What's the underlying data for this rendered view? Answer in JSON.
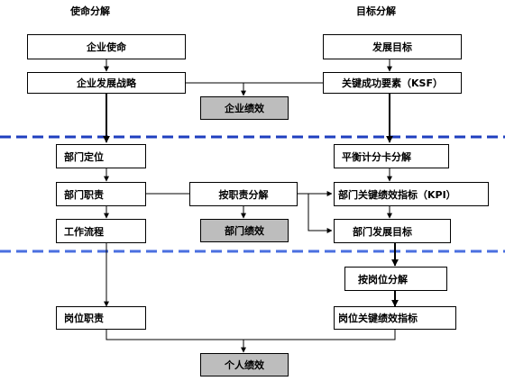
{
  "headers": {
    "left": "使命分解",
    "right": "目标分解"
  },
  "boxes": {
    "mission": "企业使命",
    "strategy": "企业发展战略",
    "corp_perf": "企业绩效",
    "dev_goal": "发展目标",
    "ksf": "关键成功要素（KSF）",
    "dept_position": "部门定位",
    "dept_duty": "部门职责",
    "workflow": "工作流程",
    "by_duty": "按职责分解",
    "dept_perf": "部门绩效",
    "bsc": "平衡计分卡分解",
    "dept_kpi": "部门关键绩效指标（KPI）",
    "dept_goal": "部门发展目标",
    "by_post": "按岗位分解",
    "post_duty": "岗位职责",
    "post_kpi": "岗位关键绩效指标",
    "personal_perf": "个人绩效"
  },
  "colors": {
    "divider": "#1f3fbf",
    "gray_box": "#bdbdbd"
  }
}
